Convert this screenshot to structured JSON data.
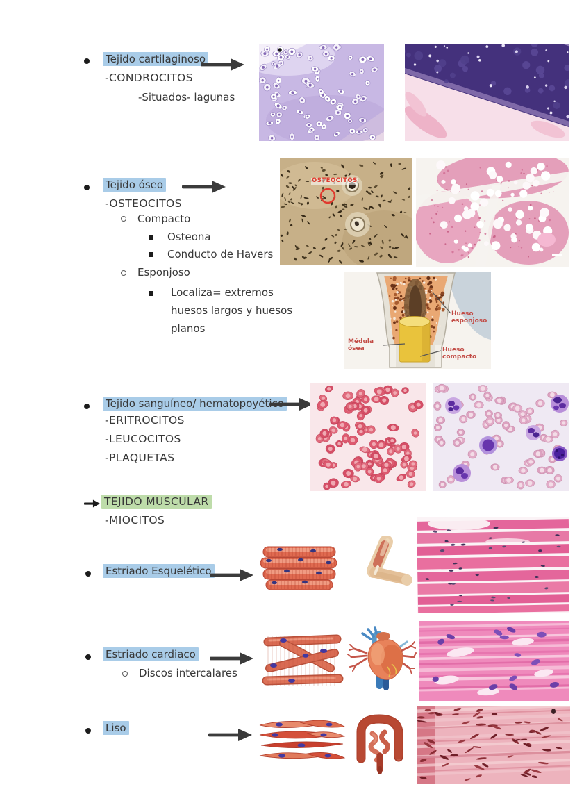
{
  "colors": {
    "highlight_blue": "#a9cce8",
    "highlight_green": "#bedcaa",
    "text": "#383838",
    "arrow": "#3b3b3b",
    "annotation_red": "#e03a2e",
    "diagram_label_red": "#c24b45"
  },
  "sections": {
    "cartilaginoso": {
      "title": "Tejido cartilaginoso",
      "line1": "-CONDROCITOS",
      "line2": "-Situados- lagunas"
    },
    "oseo": {
      "title": "Tejido óseo",
      "line1": "-OSTEOCITOS",
      "compacto": "Compacto",
      "osteona": "Osteona",
      "havers": "Conducto de Havers",
      "esponjoso": "Esponjoso",
      "localiza1": "Localiza= extremos",
      "localiza2": "huesos largos y huesos",
      "localiza3": "planos"
    },
    "sanguineo": {
      "title": "Tejido sanguíneo/ hematopoyético",
      "line1": "-ERITROCITOS",
      "line2": "-LEUCOCITOS",
      "line3": "-PLAQUETAS"
    },
    "muscular": {
      "title": "TEJIDO MUSCULAR",
      "line1": "-MIOCITOS"
    },
    "esqueletico": {
      "title": "Estriado Esquelético"
    },
    "cardiaco": {
      "title": "Estriado cardiaco",
      "line1": "Discos intercalares"
    },
    "liso": {
      "title": "Liso"
    }
  },
  "figure_labels": {
    "osteocitos": "OSTEOCITOS",
    "hueso_esponjoso": "Hueso esponjoso",
    "medula_osea": "Médula ósea",
    "hueso_compacto": "Hueso compacto"
  }
}
